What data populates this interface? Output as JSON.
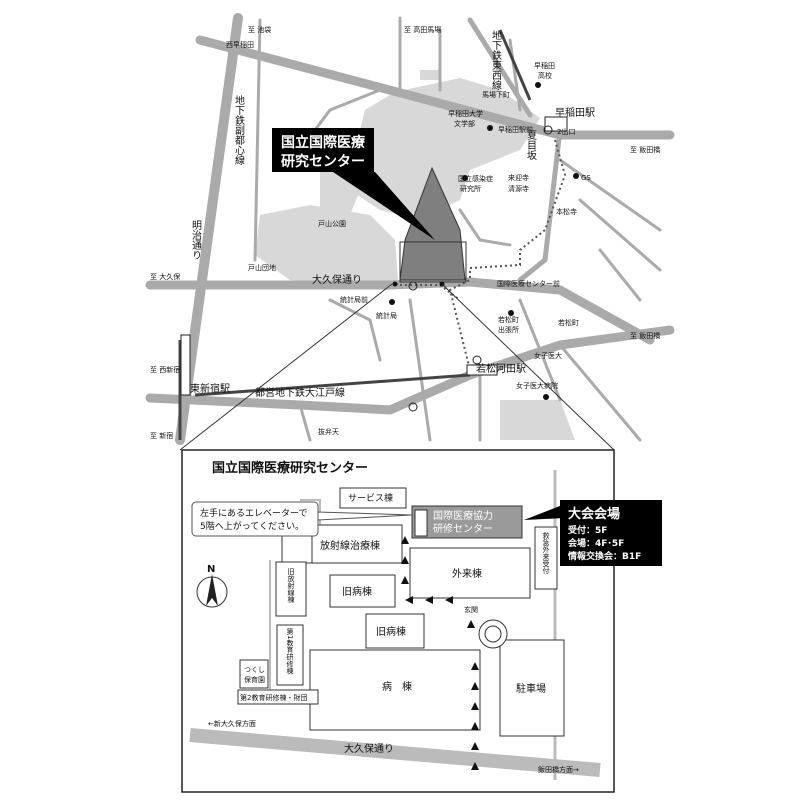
{
  "overview": {
    "title_line1": "国立国際医療",
    "title_line2": "研究センター",
    "edges": {
      "to_ikebukuro": "至 池袋",
      "to_takadanobaba": "至 高田馬場",
      "to_iidabashi": "至 飯田橋",
      "to_okubo": "至 大久保",
      "to_nishishinjuku": "至 西新宿",
      "to_shinjuku": "至 新宿",
      "to_iidabashi2": "至 飯田橋"
    },
    "roads": {
      "meiji_dori": "明治通り",
      "okubo_dori": "大久保通り",
      "natsume_zaka": "夏目坂"
    },
    "rail": {
      "fukutoshin": "地下鉄副都心線",
      "tozai": "地下鉄東西線",
      "oedo": "都営地下鉄大江戸線"
    },
    "stations": {
      "higashi_shinjuku": "東新宿駅",
      "wakamatsu_kawada": "若松河田駅",
      "waseda": "早稲田駅",
      "waseda_exit": "2出口"
    },
    "places": {
      "toyama_park": "戸山公園",
      "toyama_danchi": "戸山団地",
      "toukeikyoku": "統計局",
      "waseda_hs": "早稲田\n高校",
      "waseda_univ": "早稲田大学\n文学部",
      "niid": "国立感染症\n研究所",
      "raigoji": "来迎寺",
      "seigenji": "清源寺",
      "honshoji": "本松寺",
      "gs": "GS",
      "wakamatsu_office": "若松町\n出張所",
      "twmu_hospital": "女子医大病院"
    },
    "intersections": {
      "shinjuku_nishiguchi": "西早稲田",
      "babashita": "馬場下町",
      "waseda_eki_mae": "早稲田駅前",
      "toukeikyoku_mae": "統計局前",
      "center_mae": "国際医療センター前",
      "wakamatsu_cho": "若松町",
      "joshi_idai": "女子医大",
      "nukebenten": "抜弁天"
    }
  },
  "campus": {
    "title": "国立国際医療研究センター",
    "elevator_note_line1": "左手にあるエレベーターで",
    "elevator_note_line2": "5階へ上がってください。",
    "buildings": {
      "service": "サービス棟",
      "radiotherapy": "放射線治療棟",
      "training_center": "国際医療協力\n研修センター",
      "gaikan": "外来棟",
      "old_ward": "旧病棟",
      "old_ward2": "旧病棟",
      "ward": "病　棟",
      "radiology_east": "旧放射線棟",
      "education1": "第1教育研修棟",
      "daycare": "つくし\n保育園",
      "education2": "第2教育研修棟・財団",
      "parking": "駐車場",
      "emergency": "救急外来受付"
    },
    "entrance": "玄関",
    "road": "大久保通り",
    "dir_left": "←新大久保方面",
    "dir_right": "飯田橋方面→",
    "north": "N"
  },
  "venue": {
    "title": "大会会場",
    "line1": "受付：5F",
    "line2": "会場：4F･5F",
    "line3": "情報交換会：B1F"
  }
}
